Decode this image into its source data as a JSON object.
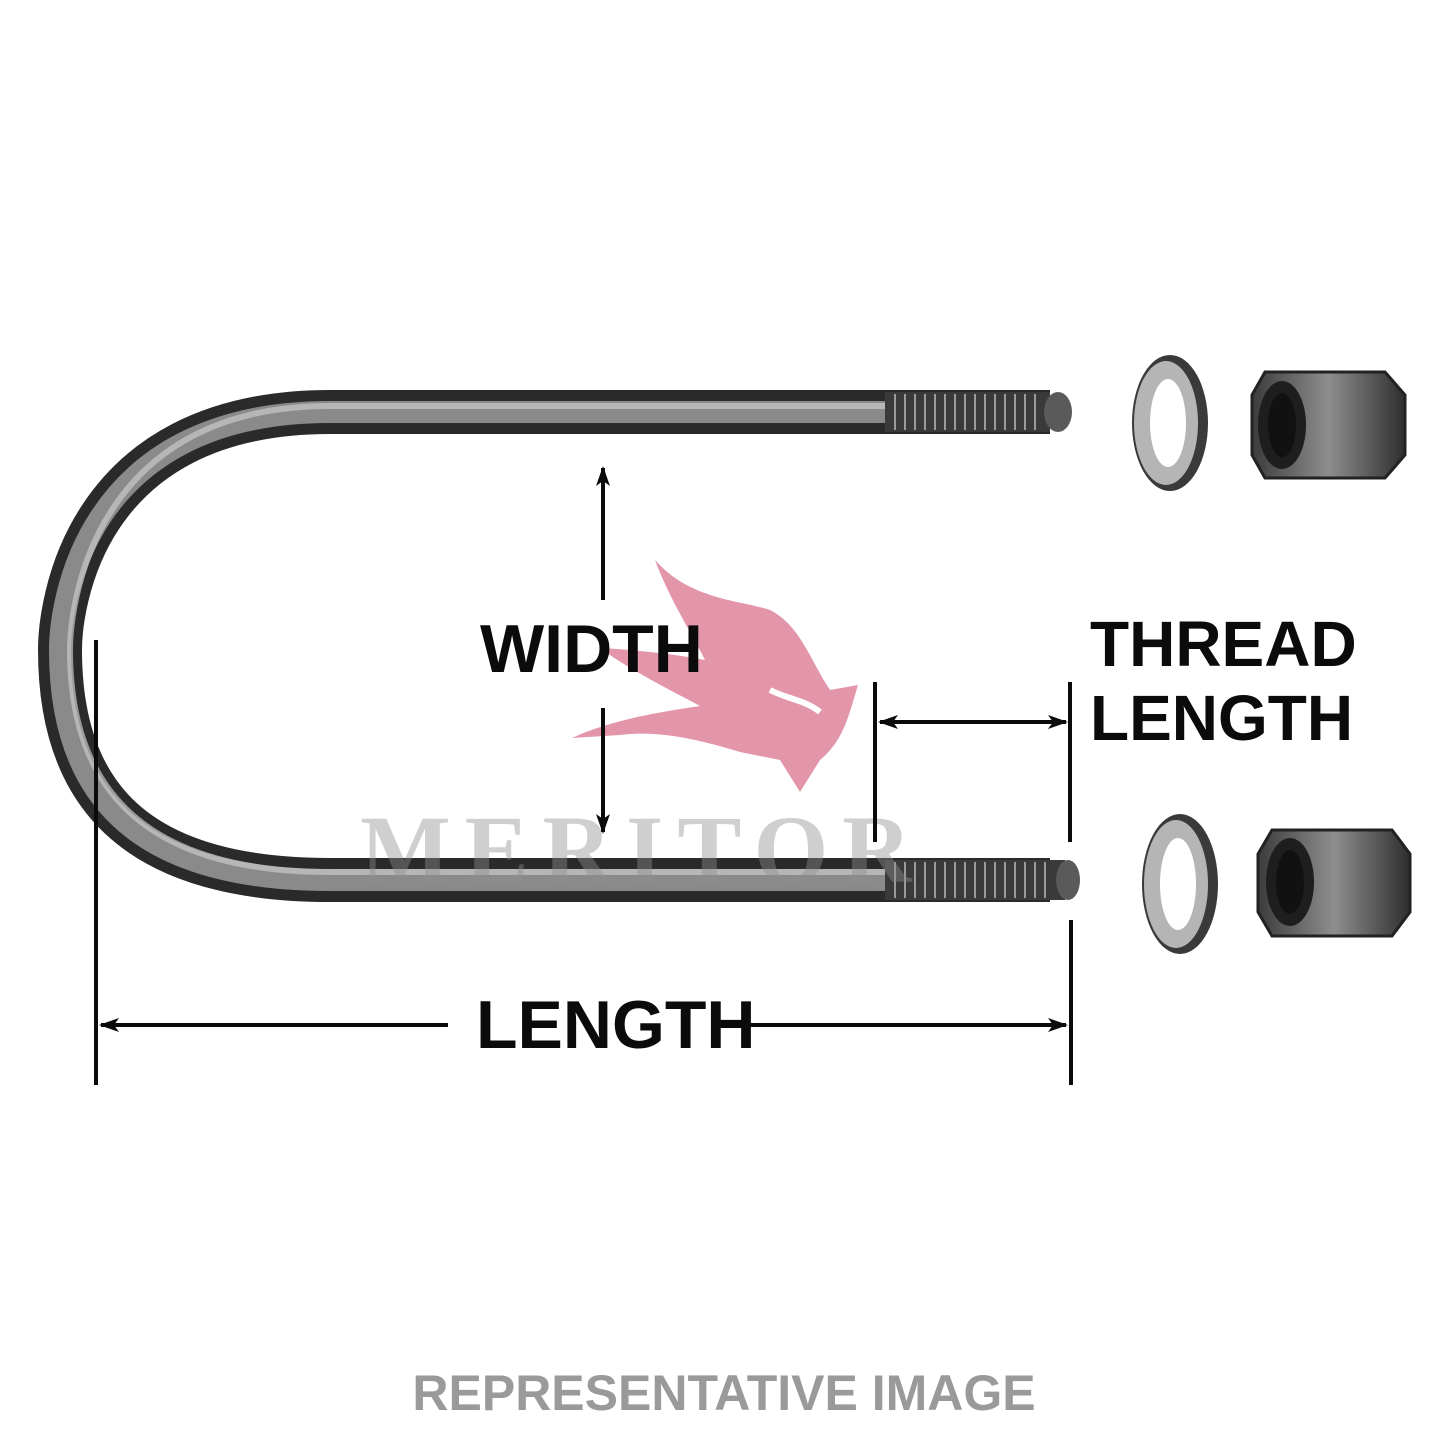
{
  "labels": {
    "width": "WIDTH",
    "thread_line1": "THREAD",
    "thread_line2": "LENGTH",
    "length": "LENGTH"
  },
  "watermark": {
    "brand_text": "MERITOR",
    "logo_icon": "bull-head-icon",
    "logo_color": "#e08aa0"
  },
  "caption": "REPRESENTATIVE IMAGE",
  "colors": {
    "metal_dark": "#2b2b2b",
    "metal_mid": "#6a6a6a",
    "metal_light": "#b8b8b8",
    "label": "#0b0b0b",
    "caption": "#9a9a9a"
  }
}
